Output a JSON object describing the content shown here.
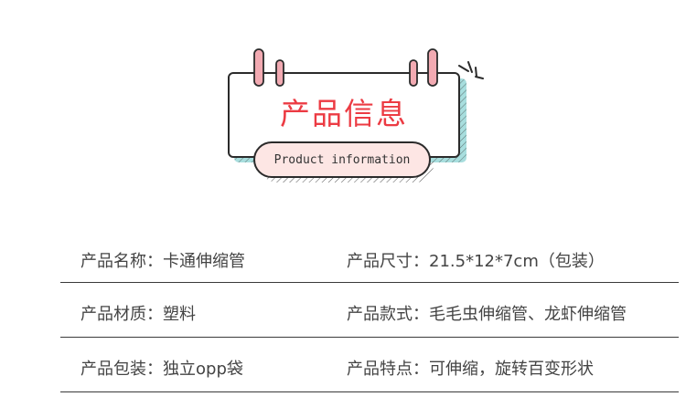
{
  "header": {
    "title": "产品信息",
    "subtitle": "Product information"
  },
  "colors": {
    "title_red": "#ec3b43",
    "ring_pink": "#f2aab2",
    "pill_fill": "#fde6e4",
    "shadow_teal": "#9fd9d9",
    "outline": "#2b2b2b",
    "text": "#444444"
  },
  "icons": [
    "ring-binder-icon",
    "sparkle-icon"
  ],
  "specs": [
    {
      "left": {
        "label": "产品名称：",
        "value": "卡通伸缩管"
      },
      "right": {
        "label": "产品尺寸：",
        "value": "21.5*12*7cm（包装）"
      }
    },
    {
      "left": {
        "label": "产品材质：",
        "value": "塑料"
      },
      "right": {
        "label": "产品款式：",
        "value": "毛毛虫伸缩管、龙虾伸缩管"
      }
    },
    {
      "left": {
        "label": "产品包装：",
        "value": "独立opp袋"
      },
      "right": {
        "label": "产品特点：",
        "value": "可伸缩，旋转百变形状"
      }
    }
  ]
}
